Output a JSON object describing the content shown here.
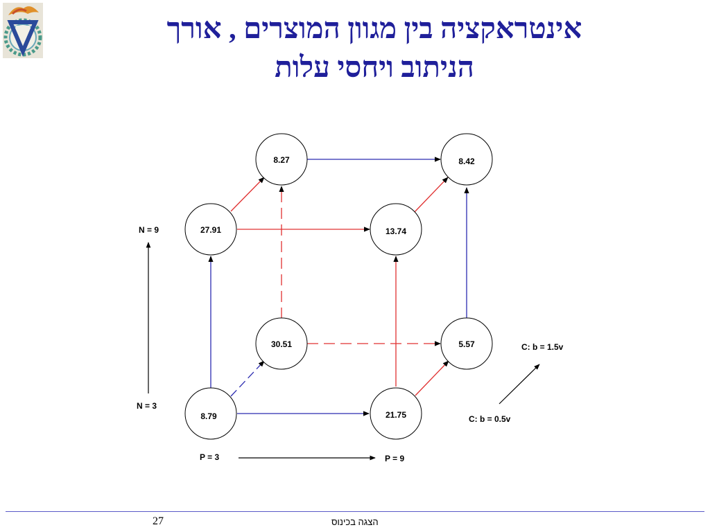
{
  "title": {
    "line1": "אינטראקציה  בין מגוון המוצרים , אורך",
    "line2": "הניתוב ויחסי עלות"
  },
  "logo": {
    "icon": "technion-logo-icon"
  },
  "diagram": {
    "nodes": {
      "front_bottom_left": "8.79",
      "front_bottom_right": "21.75",
      "front_top_left": "27.91",
      "front_top_right": "13.74",
      "back_bottom_left": "30.51",
      "back_bottom_right": "5.57",
      "back_top_left": "8.27",
      "back_top_right": "8.42"
    },
    "labels": {
      "n_high": "N = 9",
      "n_low": "N = 3",
      "p_low": "P = 3",
      "p_high": "P = 9",
      "c_high": "C: b = 1.5v",
      "c_low": "C: b = 0.5v"
    },
    "colors": {
      "blue": "#2b2bb0",
      "red": "#e03030",
      "black": "#000000"
    }
  },
  "footer": {
    "page_number": "27",
    "text": "הצגה בכינוס"
  }
}
